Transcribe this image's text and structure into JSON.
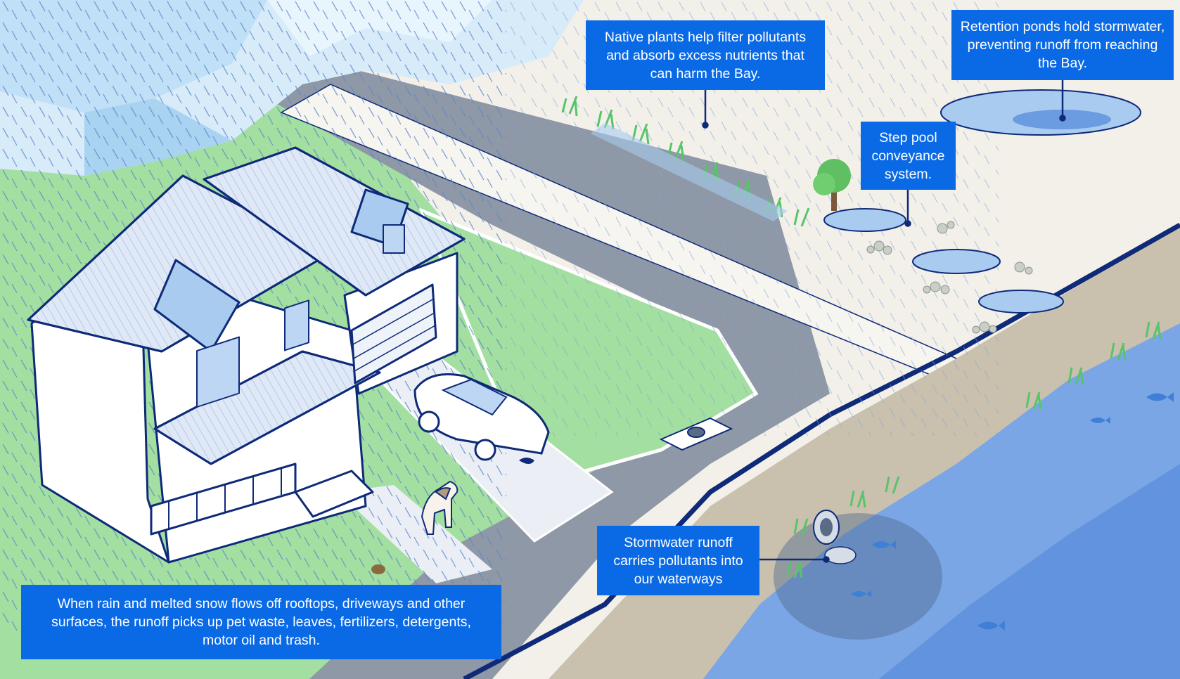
{
  "callouts": {
    "native_plants": "Native plants help filter pollutants and absorb excess nutrients that can harm the Bay.",
    "retention_ponds": "Retention ponds hold stormwater, preventing runoff from reaching the Bay.",
    "step_pool": "Step pool conveyance system.",
    "stormwater_runoff": "Stormwater runoff carries pollutants into our waterways",
    "rain_runoff": "When rain and melted snow flows off rooftops, driveways and other surfaces, the runoff picks up pet waste, leaves, fertilizers, detergents, motor oil and trash."
  },
  "colors": {
    "callout_bg": "#0a6ae6",
    "grass": "#a3dfa0",
    "road": "#8f98a6",
    "water": "#6b9be0",
    "ground": "#f3f0ea",
    "outline": "#0e2a78"
  }
}
